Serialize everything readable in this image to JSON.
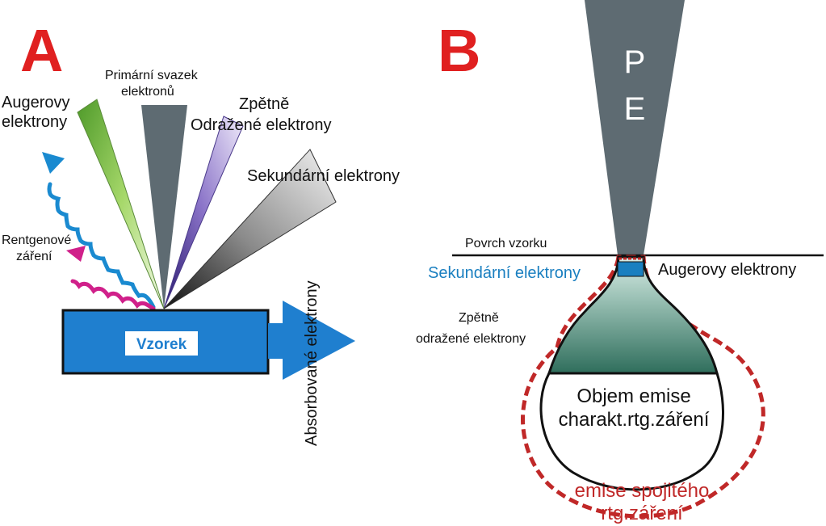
{
  "panel_a": {
    "letter": "A",
    "labels": {
      "primary_beam_1": "Primární svazek",
      "primary_beam_2": "elektronů",
      "auger_1": "Augerovy",
      "auger_2": "elektrony",
      "backscatter_1": "Zpětně",
      "backscatter_2": "Odražené elektrony",
      "secondary": "Sekundární elektrony",
      "xray_1": "Rentgenové",
      "xray_2": "záření",
      "sample": "Vzorek",
      "absorbed": "Absorbované elektrony"
    },
    "colors": {
      "sample": "#1f7fcf",
      "auger": "#8cc63f",
      "backscatter": "#5b3fa0",
      "xray_wave": "#1a8ad0",
      "xray_pink": "#d0208a"
    }
  },
  "panel_b": {
    "letter": "B",
    "labels": {
      "beam": "P E",
      "beam_p": "P",
      "beam_e": "E",
      "surface": "Povrch vzorku",
      "secondary": "Sekundární elektrony",
      "auger": "Augerovy elektrony",
      "backscatter_1": "Zpětně",
      "backscatter_2": "odražené elektrony",
      "char_xray_1": "Objem emise",
      "char_xray_2": "charakt.rtg.záření",
      "cont_xray_1": "emise spojitého",
      "cont_xray_2": "rtg.záření"
    },
    "colors": {
      "beam": "#5e6b72",
      "secondary_text": "#1a7fc0",
      "interaction": "#2f6e5c",
      "continuum": "#c02828"
    }
  }
}
